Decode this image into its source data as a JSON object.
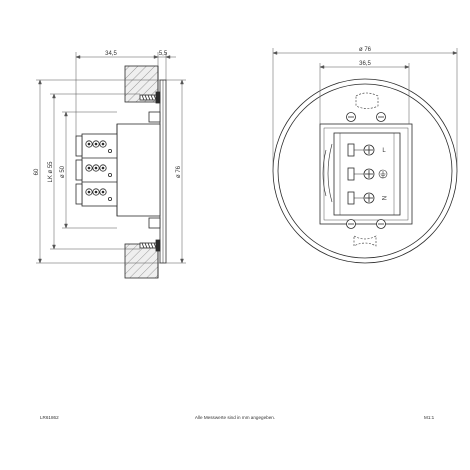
{
  "side_view": {
    "dim_depth": "34,5",
    "dim_plate": "5,5",
    "dim_outer_height": "60",
    "dim_cutout": "LK ø 55",
    "dim_body": "ø 50",
    "dim_cover": "ø 76"
  },
  "front_view": {
    "dim_outer": "ø 76",
    "dim_inner": "36,5",
    "terminal_label_l": "L",
    "terminal_label_n": "N"
  },
  "footer": {
    "article_number": "LR61862",
    "note": "Alle Messwerte sind in mm angegeben.",
    "scale": "M1:1"
  },
  "colors": {
    "line": "#2b2b2b",
    "hatch": "#9a9a9a",
    "wall_fill": "#e6e6e6",
    "dim_line": "#555555"
  }
}
